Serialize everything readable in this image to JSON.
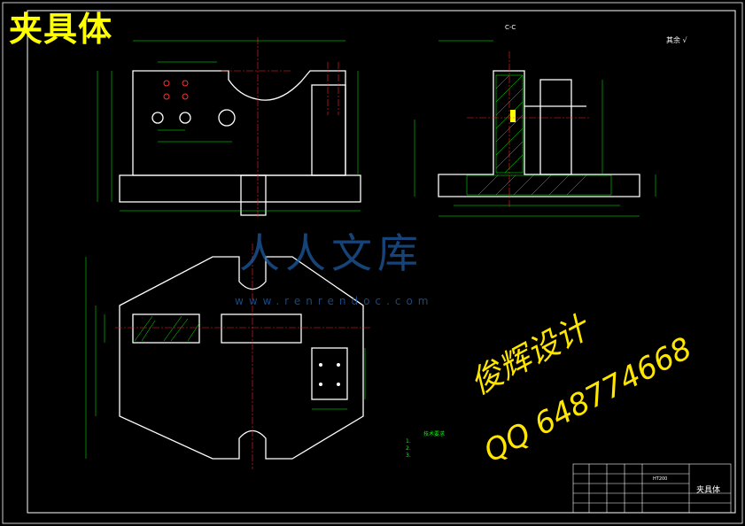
{
  "drawing": {
    "title": "夹具体",
    "section_label": "C-C",
    "designer_watermark": "俊辉设计",
    "qq_watermark": "QQ 648774668",
    "logo_watermark": "人人文库",
    "url_watermark": "www.renrendoc.com",
    "surface_note": "其余 √",
    "tech_notes_title": "技术要求",
    "tech_notes": [
      "1.",
      "2.",
      "3."
    ],
    "title_block_name": "夹具体",
    "title_block_std": "HT200"
  },
  "colors": {
    "background": "#000000",
    "outline": "#ffffff",
    "dimension": "#00ff00",
    "centerline": "#ff0000",
    "hatch": "#00ff00",
    "title": "#ffff00",
    "watermark_text": "#ffe600",
    "watermark_logo": "#1e5aa0"
  }
}
